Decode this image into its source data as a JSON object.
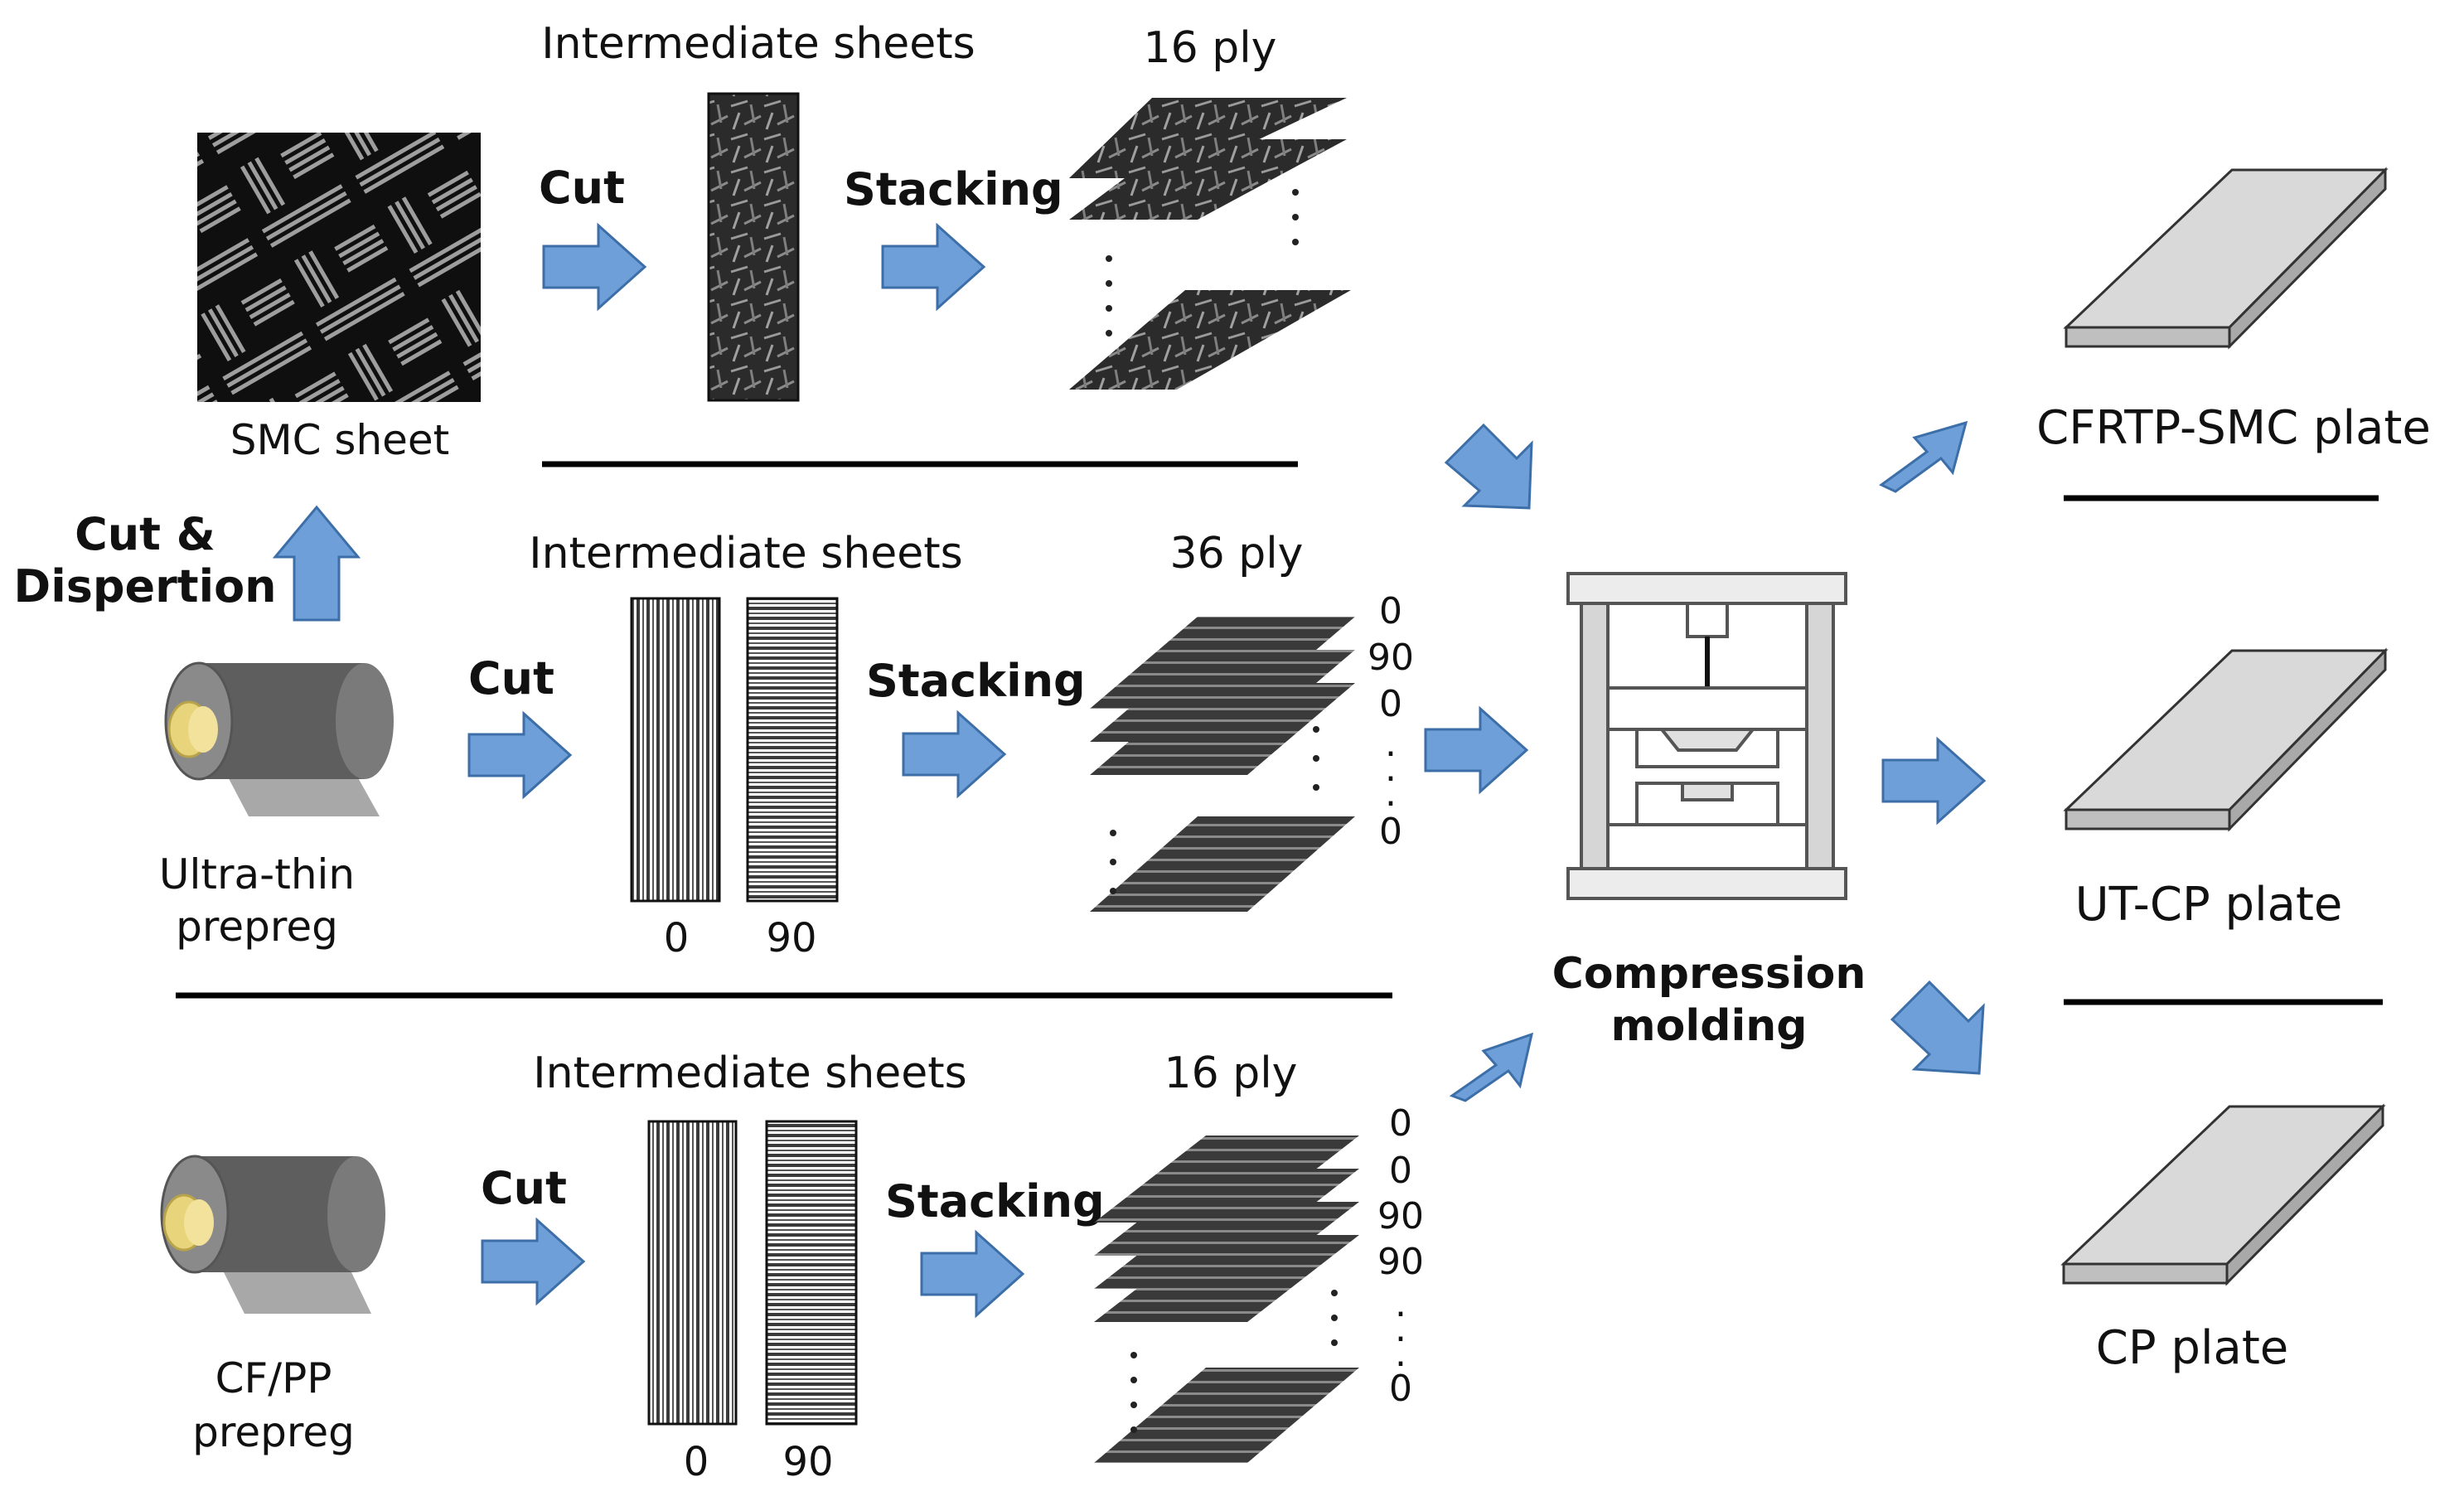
{
  "rows": {
    "smc": {
      "intermediate_title": "Intermediate sheets",
      "ply": "16 ply",
      "cut": "Cut",
      "stacking": "Stacking",
      "source_label": "SMC sheet"
    },
    "ut": {
      "intermediate_title": "Intermediate sheets",
      "ply": "36 ply",
      "cut": "Cut",
      "stacking": "Stacking",
      "source_label_line1": "Ultra-thin",
      "source_label_line2": "prepreg",
      "sheet_angles": [
        "0",
        "90"
      ],
      "stack_angles": [
        "0",
        "90",
        "0",
        ".",
        ".",
        ".",
        "0"
      ]
    },
    "cp": {
      "intermediate_title": "Intermediate sheets",
      "ply": "16 ply",
      "cut": "Cut",
      "stacking": "Stacking",
      "source_label_line1": "CF/PP",
      "source_label_line2": "prepreg",
      "sheet_angles": [
        "0",
        "90"
      ],
      "stack_angles": [
        "0",
        "0",
        "90",
        "90",
        ".",
        ".",
        ".",
        "0"
      ]
    }
  },
  "cut_dispersion": {
    "line1": "Cut &",
    "line2": "Dispertion"
  },
  "press": {
    "line1": "Compression",
    "line2": "molding"
  },
  "outputs": [
    "CFRTP-SMC plate",
    "UT-CP plate",
    "CP plate"
  ],
  "colors": {
    "arrow_fill": "#6f9fd8",
    "arrow_stroke": "#3c6ea8",
    "plate_top": "#d9d9d9",
    "plate_side": "#bfbfbf",
    "roll_body": "#6e6e6e",
    "roll_core": "#f3e29c",
    "stack_dark": "#2f2f2f"
  }
}
